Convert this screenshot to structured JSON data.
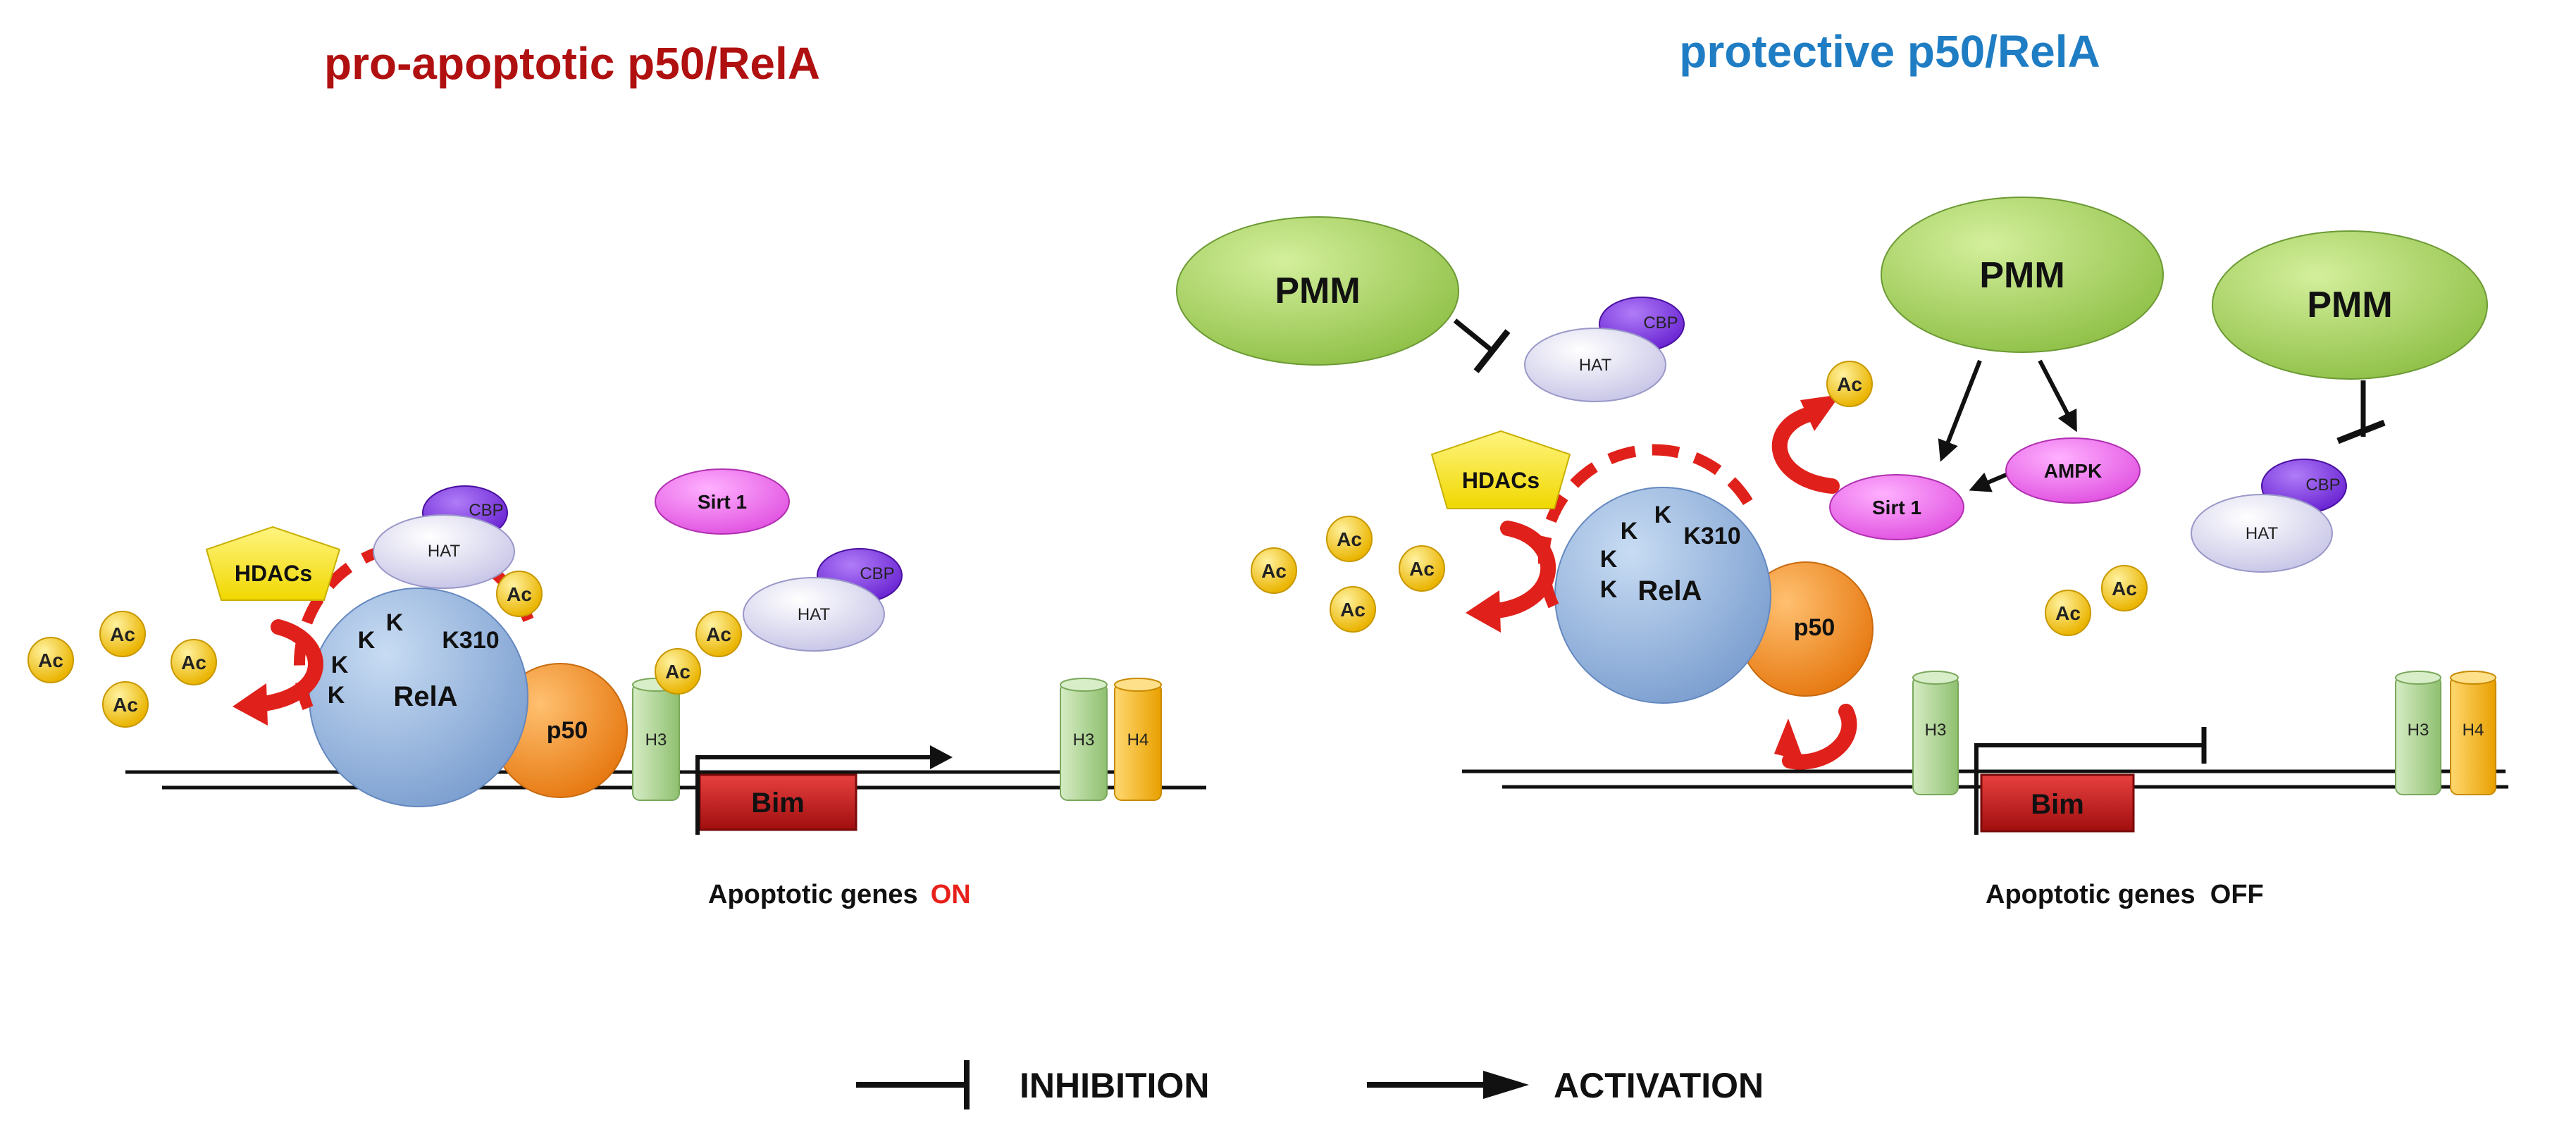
{
  "titles": {
    "left": "pro-apoptotic p50/RelA",
    "right": "protective p50/RelA"
  },
  "colors": {
    "title_left": "#b01010",
    "title_right": "#1f7dc4",
    "on_text": "#e8201a",
    "pmm_fill": "#a8d25c",
    "hdac_fill": "#f7e62a",
    "sirt_fill": "#ee66ee",
    "cbp_fill": "#7a2bdf",
    "hat_fill": "#e2e0f6",
    "rela_fill": "#8fb2de",
    "p50_fill": "#f28a1a",
    "h3_fill": "#b6d99a",
    "h4_fill": "#f4b818",
    "bim_fill": "#c81d1d",
    "ac_fill": "#f3c300",
    "arrow_red": "#e0201a"
  },
  "labels": {
    "pmm": "PMM",
    "hdacs": "HDACs",
    "hat": "HAT",
    "cbp": "CBP",
    "sirt1": "Sirt 1",
    "ampk": "AMPK",
    "rela": "RelA",
    "p50": "p50",
    "k": "K",
    "k310": "K310",
    "h3": "H3",
    "h4": "H4",
    "bim": "Bim",
    "ac": "Ac"
  },
  "status": {
    "left_prefix": "Apoptotic genes",
    "left_state": "ON",
    "right": "Apoptotic genes  OFF"
  },
  "legend": {
    "inhibition": "INHIBITION",
    "activation": "ACTIVATION"
  },
  "icons": {
    "inhibition": "t-bar-icon",
    "activation": "arrow-icon",
    "acetylation_cycle": "curved-arrow-icon"
  }
}
